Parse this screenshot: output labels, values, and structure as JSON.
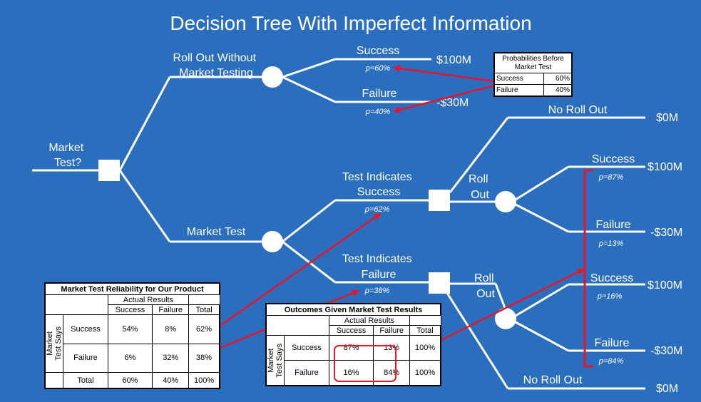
{
  "title": "Decision Tree With Imperfect Information",
  "colors": {
    "background": "#2a6ebd",
    "lines": "#ffffff",
    "arrows": "#e8142a"
  },
  "nodes": {
    "root_label": "Market\nTest?",
    "branch_no_test": "Roll Out Without\nMarket Testing",
    "branch_test": "Market Test",
    "success": "Success",
    "failure": "Failure",
    "test_success": "Test Indicates\nSuccess",
    "test_failure": "Test Indicates\nFailure",
    "roll_out": "Roll\nOut",
    "no_roll_out": "No Roll Out"
  },
  "probabilities": {
    "no_test_success": "p=60%",
    "no_test_failure": "p=40%",
    "test_success": "p=62%",
    "test_failure": "p=38%",
    "ts_success": "p=87%",
    "ts_failure": "p=13%",
    "tf_success": "p=16%",
    "tf_failure": "p=84%"
  },
  "payoffs": {
    "plus100": "$100M",
    "minus30": "-$30M",
    "zero": "$0M"
  },
  "prior_table": {
    "header": "Probabilities Before\nMarket Test",
    "rows": [
      {
        "label": "Success",
        "value": "60%"
      },
      {
        "label": "Failure",
        "value": "40%"
      }
    ]
  },
  "reliability_table": {
    "title": "Market Test Reliability for Our Product",
    "group_header": "Actual Results",
    "columns": [
      "Success",
      "Failure",
      "Total"
    ],
    "row_group": "Market\nTest Says",
    "rows": [
      {
        "label": "Success",
        "values": [
          "54%",
          "8%",
          "62%"
        ]
      },
      {
        "label": "Failure",
        "values": [
          "6%",
          "32%",
          "38%"
        ]
      },
      {
        "label": "Total",
        "values": [
          "60%",
          "40%",
          "100%"
        ]
      }
    ]
  },
  "outcomes_table": {
    "title": "Outcomes Given Market Test Results",
    "group_header": "Actual Results",
    "columns": [
      "Success",
      "Failure",
      "Total"
    ],
    "row_group": "Market\nTest Says",
    "rows": [
      {
        "label": "Success",
        "values": [
          "87%",
          "13%",
          "100%"
        ]
      },
      {
        "label": "Failure",
        "values": [
          "16%",
          "84%",
          "100%"
        ]
      }
    ]
  }
}
